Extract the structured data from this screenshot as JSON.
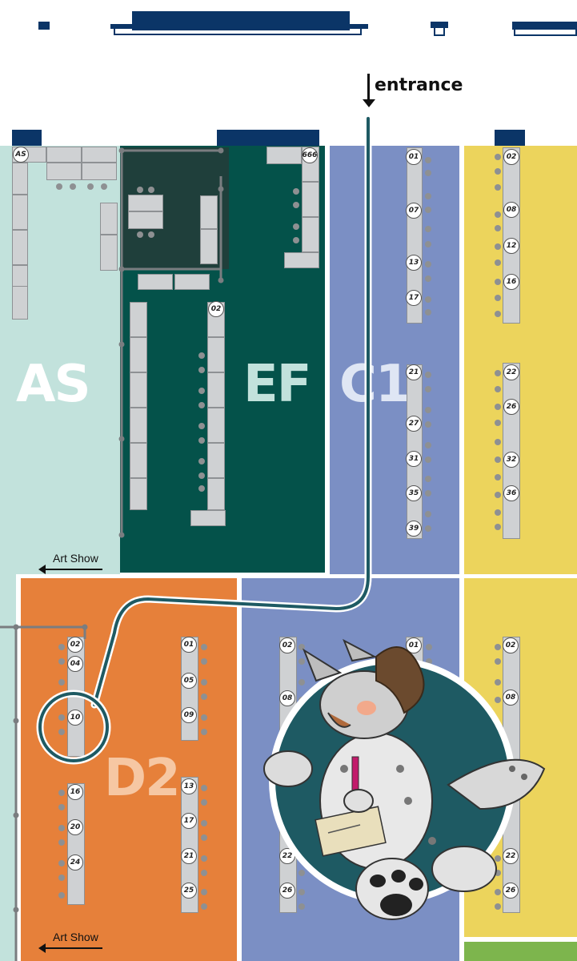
{
  "labels": {
    "entrance": "entrance",
    "art_show_top": "Art Show",
    "art_show_bottom": "Art Show"
  },
  "zones": {
    "as": "AS",
    "ef": "EF",
    "c1": "C1",
    "d2": "D2"
  },
  "badges": {
    "as": "AS",
    "ef_666": "666",
    "ef_02": "02",
    "c1_col1": [
      "01",
      "07",
      "13",
      "17",
      "21",
      "27",
      "31",
      "35",
      "39"
    ],
    "yellow_top": [
      "02",
      "08",
      "12",
      "16",
      "22",
      "26",
      "32",
      "36"
    ],
    "d2_left": [
      "02",
      "04",
      "10",
      "16",
      "20",
      "24"
    ],
    "d2_right": [
      "01",
      "05",
      "09",
      "13",
      "17",
      "21",
      "25"
    ],
    "blue_low_left": [
      "02",
      "08",
      "22",
      "26"
    ],
    "blue_low_right": [
      "01"
    ],
    "yellow_low": [
      "02",
      "08",
      "22",
      "26"
    ]
  },
  "colors": {
    "navy": "#0b3567",
    "as_zone": "#c2e2dc",
    "ef_zone": "#04524a",
    "ef_room": "#1f3f3b",
    "c1_zone": "#7b8fc4",
    "yellow_zone": "#ecd45c",
    "d2_zone": "#e6803a",
    "path": "#1e5a63",
    "green_strip": "#7db54d"
  },
  "icons": {
    "mascot": "wolf-mascot-drawing-illustration"
  }
}
